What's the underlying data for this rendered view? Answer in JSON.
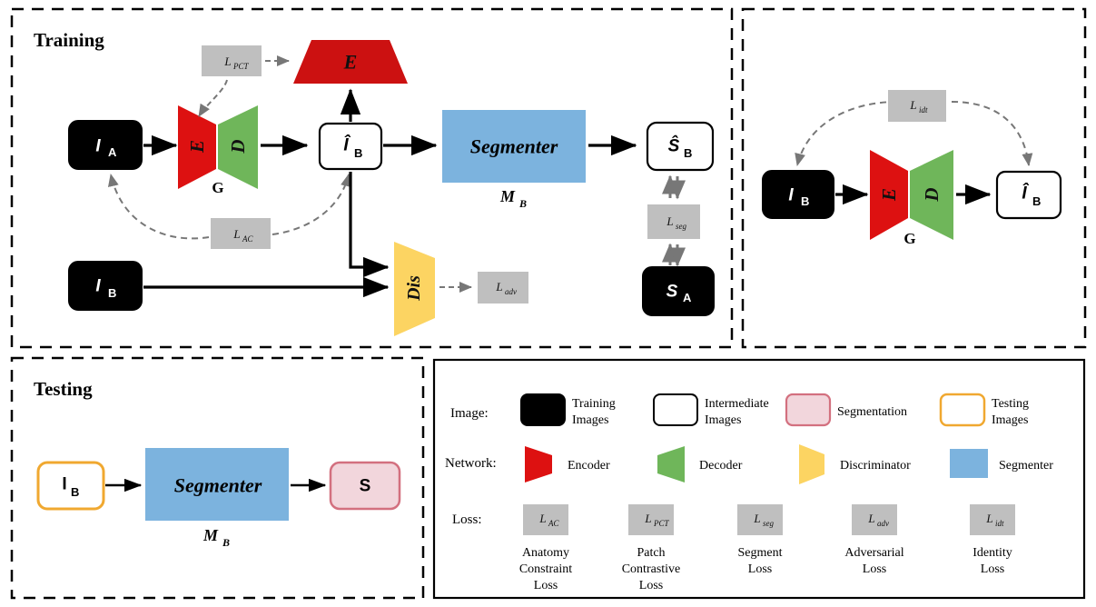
{
  "colors": {
    "encoder_red": "#DD1111",
    "decoder_green": "#6FB65A",
    "discriminator_yellow": "#FCD462",
    "segmenter_blue": "#7CB3DE",
    "training_black": "#000000",
    "intermediate_white": "#FFFFFF",
    "segmentation_pink": "#F2D6DC",
    "segmentation_pink_border": "#D3707F",
    "testing_orange": "#F0A830",
    "loss_gray": "#BFBFBF",
    "dashed_arrow_gray": "#777777"
  },
  "panels": {
    "training": {
      "title": "Training"
    },
    "identity": {
      "title": ""
    },
    "testing": {
      "title": "Testing"
    },
    "legend": {
      "title": ""
    }
  },
  "training": {
    "input_a": {
      "label": "I",
      "sub": "A"
    },
    "input_b": {
      "label": "I",
      "sub": "B"
    },
    "generator": {
      "encoder": "E",
      "decoder": "D",
      "name": "G"
    },
    "top_encoder": {
      "label": "E"
    },
    "intermediate": {
      "label": "Î",
      "sub": "B"
    },
    "segmenter": {
      "label": "Segmenter",
      "model": "M",
      "model_sub": "B"
    },
    "pred_seg": {
      "label": "Ŝ",
      "sub": "B"
    },
    "gt_seg": {
      "label": "S",
      "sub": "A"
    },
    "discriminator": {
      "label": "Dis"
    },
    "losses": {
      "pct": {
        "main": "L",
        "sub": "PCT"
      },
      "ac": {
        "main": "L",
        "sub": "AC"
      },
      "adv": {
        "main": "L",
        "sub": "adv"
      },
      "seg": {
        "main": "L",
        "sub": "seg"
      }
    }
  },
  "identity": {
    "input_b": {
      "label": "I",
      "sub": "B"
    },
    "generator": {
      "encoder": "E",
      "decoder": "D",
      "name": "G"
    },
    "output": {
      "label": "Î",
      "sub": "B"
    },
    "loss_idt": {
      "main": "L",
      "sub": "idt"
    }
  },
  "testing": {
    "input_b": {
      "label": "I",
      "sub": "B"
    },
    "segmenter": {
      "label": "Segmenter",
      "model": "M",
      "model_sub": "B"
    },
    "output": {
      "label": "S"
    }
  },
  "legend": {
    "rows": [
      {
        "head": "Image:",
        "items": [
          {
            "name": "training-images",
            "label_line1": "Training",
            "label_line2": "Images",
            "shape": "rounded-rect",
            "fill": "#000000",
            "stroke": "#000000"
          },
          {
            "name": "intermediate-images",
            "label_line1": "Intermediate",
            "label_line2": "Images",
            "shape": "rounded-rect",
            "fill": "#FFFFFF",
            "stroke": "#000000"
          },
          {
            "name": "segmentation",
            "label_line1": "Segmentation",
            "label_line2": "",
            "shape": "rounded-rect",
            "fill": "#F2D6DC",
            "stroke": "#D3707F"
          },
          {
            "name": "testing-images",
            "label_line1": "Testing",
            "label_line2": "Images",
            "shape": "rounded-rect",
            "fill": "#FFFFFF",
            "stroke": "#F0A830"
          }
        ]
      },
      {
        "head": "Network:",
        "items": [
          {
            "name": "encoder",
            "label_line1": "Encoder",
            "label_line2": "",
            "shape": "trapezoid-left",
            "fill": "#DD1111",
            "stroke": "#DD1111"
          },
          {
            "name": "decoder",
            "label_line1": "Decoder",
            "label_line2": "",
            "shape": "trapezoid-right",
            "fill": "#6FB65A",
            "stroke": "#6FB65A"
          },
          {
            "name": "discriminator",
            "label_line1": "Discriminator",
            "label_line2": "",
            "shape": "trapezoid-left",
            "fill": "#FCD462",
            "stroke": "#FCD462"
          },
          {
            "name": "segmenter",
            "label_line1": "Segmenter",
            "label_line2": "",
            "shape": "rect",
            "fill": "#7CB3DE",
            "stroke": "#7CB3DE"
          }
        ]
      }
    ],
    "loss_row": {
      "head": "Loss:",
      "items": [
        {
          "name": "anatomy-constraint-loss",
          "main": "L",
          "sub": "AC",
          "lines": [
            "Anatomy",
            "Constraint",
            "Loss"
          ]
        },
        {
          "name": "patch-contrastive-loss",
          "main": "L",
          "sub": "PCT",
          "lines": [
            "Patch",
            "Contrastive",
            "Loss"
          ]
        },
        {
          "name": "segment-loss",
          "main": "L",
          "sub": "seg",
          "lines": [
            "Segment",
            "Loss"
          ]
        },
        {
          "name": "adversarial-loss",
          "main": "L",
          "sub": "adv",
          "lines": [
            "Adversarial",
            "Loss"
          ]
        },
        {
          "name": "identity-loss",
          "main": "L",
          "sub": "idt",
          "lines": [
            "Identity",
            "Loss"
          ]
        }
      ]
    }
  }
}
